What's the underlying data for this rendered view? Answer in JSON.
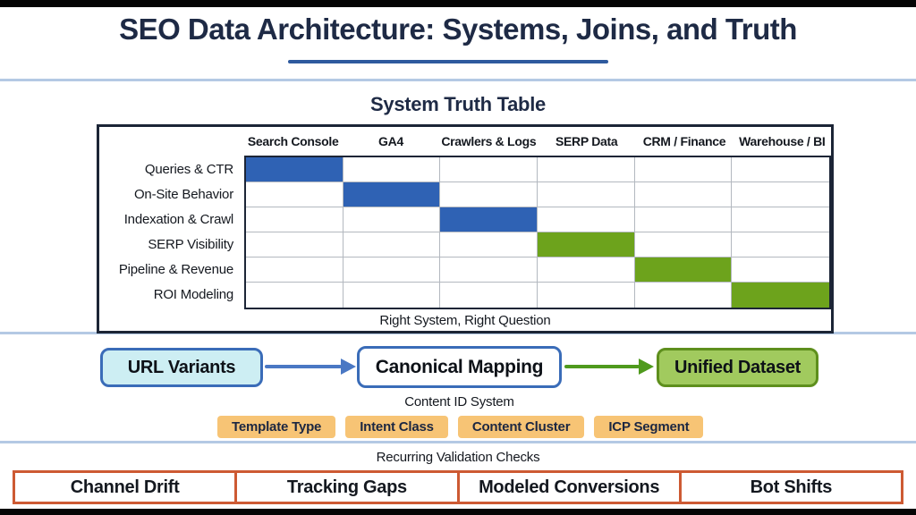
{
  "title": "SEO Data Architecture: Systems, Joins, and Truth",
  "truth_table": {
    "heading": "System Truth Table",
    "columns": [
      "Search Console",
      "GA4",
      "Crawlers & Logs",
      "SERP Data",
      "CRM / Finance",
      "Warehouse / BI"
    ],
    "rows": [
      "Queries & CTR",
      "On-Site Behavior",
      "Indexation & Crawl",
      "SERP Visibility",
      "Pipeline & Revenue",
      "ROI Modeling"
    ],
    "filled": [
      {
        "row": 0,
        "col": 0,
        "color": "cell_blue"
      },
      {
        "row": 1,
        "col": 1,
        "color": "cell_blue"
      },
      {
        "row": 2,
        "col": 2,
        "color": "cell_blue"
      },
      {
        "row": 3,
        "col": 3,
        "color": "cell_green"
      },
      {
        "row": 4,
        "col": 4,
        "color": "cell_green"
      },
      {
        "row": 5,
        "col": 5,
        "color": "cell_green"
      }
    ],
    "caption": "Right System, Right Question"
  },
  "flow": {
    "nodes": [
      {
        "label": "URL Variants",
        "variant": "cyan"
      },
      {
        "label": "Canonical Mapping",
        "variant": "white"
      },
      {
        "label": "Unified Dataset",
        "variant": "green"
      }
    ],
    "sublabel": "Content ID System"
  },
  "badges": [
    "Template Type",
    "Intent Class",
    "Content Cluster",
    "ICP Segment"
  ],
  "validation": {
    "heading": "Recurring Validation Checks",
    "items": [
      "Channel Drift",
      "Tracking Gaps",
      "Modeled Conversions",
      "Bot Shifts"
    ]
  },
  "colors": {
    "accent_navy": "#1e2a45",
    "underline_blue": "#2e5a9e",
    "divider_blue": "#b4c9e4",
    "cell_blue": "#2f62b4",
    "cell_green": "#6da31c",
    "node_cyan_bg": "#cdeef3",
    "node_blue_border": "#3a6cb8",
    "node_green_bg": "#a1ca5e",
    "node_green_border": "#5e8f1d",
    "arrow_blue": "#4a78c4",
    "arrow_green": "#4f9a1d",
    "badge_orange": "#f7c475",
    "validation_border_orange": "#cd5a33"
  }
}
